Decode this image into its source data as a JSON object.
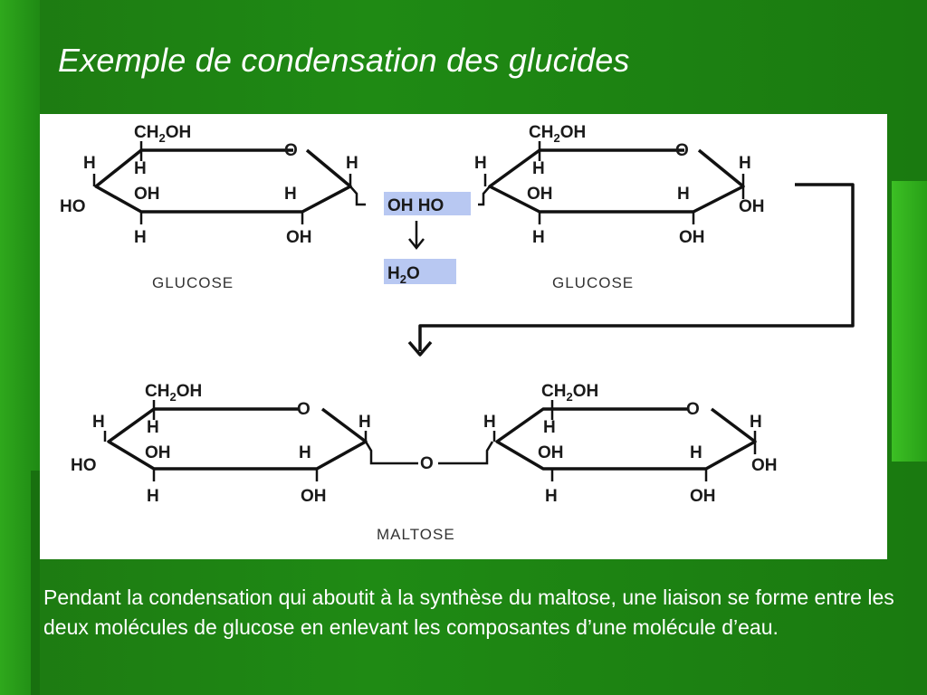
{
  "slide": {
    "title": "Exemple de condensation des glucides",
    "caption": "Pendant la condensation qui aboutit à la synthèse du maltose, une liaison se forme entre les deux molécules de glucose en enlevant les composantes d’une molécule d’eau."
  },
  "diagram": {
    "glucose_label": "GLUCOSE",
    "maltose_label": "MALTOSE",
    "removed_groups": "OH HO",
    "water": "H2O",
    "ring_oxygen": "O",
    "bridge_oxygen": "O",
    "substituents": {
      "ch2oh": "CH2OH",
      "h": "H",
      "oh": "OH",
      "ho": "HO"
    }
  },
  "colors": {
    "background": "#1f8a14",
    "highlight": "#b8c8f2"
  }
}
